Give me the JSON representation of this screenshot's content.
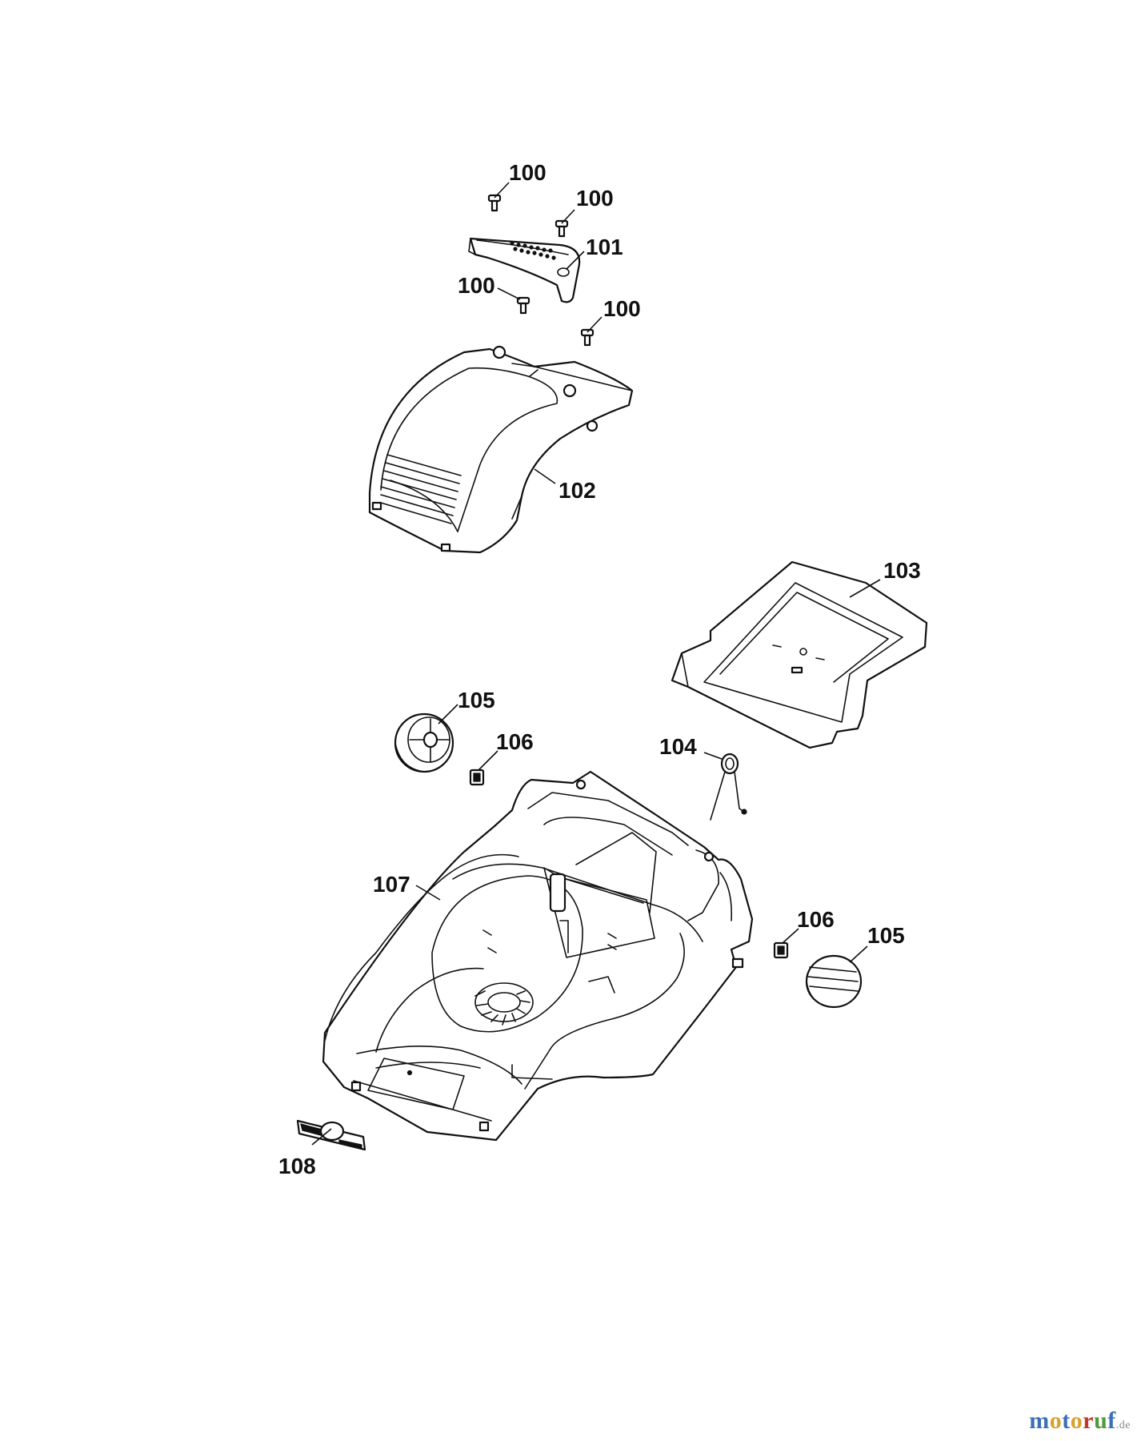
{
  "diagram": {
    "callouts": [
      {
        "id": "c-100-a",
        "text": "100"
      },
      {
        "id": "c-100-b",
        "text": "100"
      },
      {
        "id": "c-101",
        "text": "101"
      },
      {
        "id": "c-100-c",
        "text": "100"
      },
      {
        "id": "c-100-d",
        "text": "100"
      },
      {
        "id": "c-102",
        "text": "102"
      },
      {
        "id": "c-103",
        "text": "103"
      },
      {
        "id": "c-105-a",
        "text": "105"
      },
      {
        "id": "c-106-a",
        "text": "106"
      },
      {
        "id": "c-104",
        "text": "104"
      },
      {
        "id": "c-107",
        "text": "107"
      },
      {
        "id": "c-106-b",
        "text": "106"
      },
      {
        "id": "c-105-b",
        "text": "105"
      },
      {
        "id": "c-108",
        "text": "108"
      }
    ]
  },
  "watermark": {
    "text": "motoruf",
    "suffix": ".de",
    "letter_colors": [
      "#3c6fb4",
      "#d8a22a",
      "#3c6fb4",
      "#d8a22a",
      "#c0392b",
      "#4f9a3a",
      "#3c6fb4"
    ]
  }
}
